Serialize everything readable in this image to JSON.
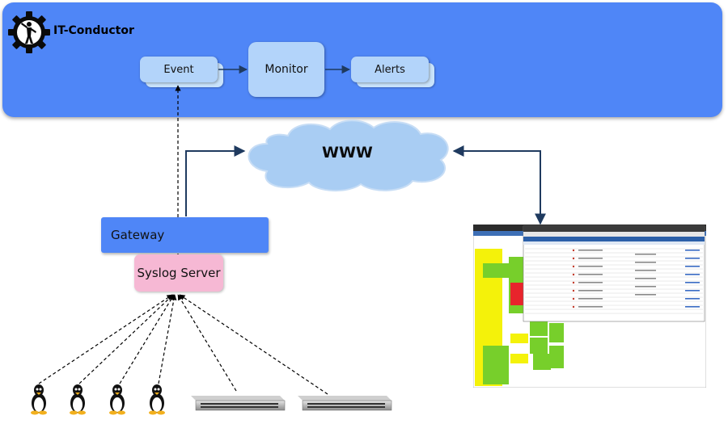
{
  "brand": {
    "name": "IT-Conductor"
  },
  "nodes": {
    "event": "Event",
    "monitor": "Monitor",
    "alerts": "Alerts",
    "www": "WWW",
    "gateway": "Gateway",
    "syslog": "Syslog Server"
  },
  "devices": {
    "linux_hosts": 4,
    "network_switches": 2
  },
  "colors": {
    "panel": "#4f86f7",
    "node": "#b3d4fa",
    "gateway": "#4f86f7",
    "syslog": "#f6b8d4",
    "cloud": "#a9cdf3",
    "arrow": "#1f3a5f"
  }
}
